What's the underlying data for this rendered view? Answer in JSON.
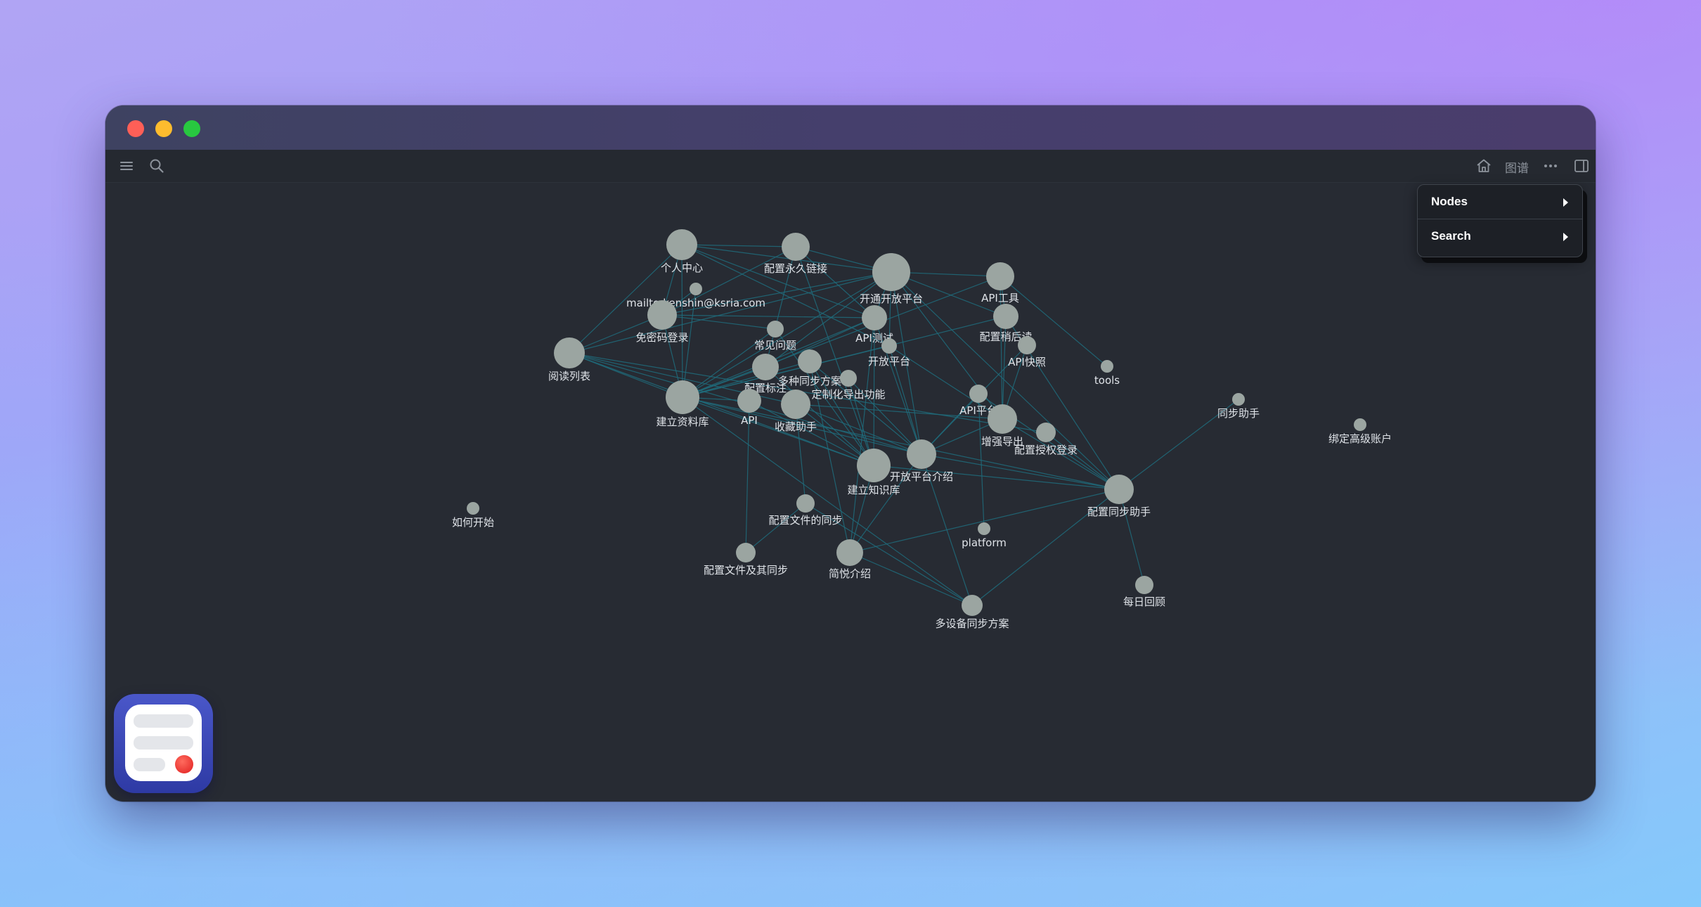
{
  "toolbar": {
    "menu_icon": "hamburger-menu-icon",
    "search_icon": "search-icon",
    "home_icon": "home-icon",
    "graph_label": "图谱",
    "more_icon": "ellipsis-icon",
    "sidebar_icon": "sidebar-toggle-icon"
  },
  "context_menu": {
    "items": [
      {
        "label": "Nodes"
      },
      {
        "label": "Search"
      }
    ]
  },
  "graph": {
    "nodes": [
      {
        "label": "个人中心"
      },
      {
        "label": "配置永久链接"
      },
      {
        "label": "开通开放平台"
      },
      {
        "label": "API工具"
      },
      {
        "label": "mailto:kenshin@ksria.com"
      },
      {
        "label": "免密码登录"
      },
      {
        "label": "API测试"
      },
      {
        "label": "配置稍后读"
      },
      {
        "label": "常见问题"
      },
      {
        "label": "开放平台"
      },
      {
        "label": "API快照"
      },
      {
        "label": "阅读列表"
      },
      {
        "label": "多种同步方案"
      },
      {
        "label": "配置标注"
      },
      {
        "label": "定制化导出功能"
      },
      {
        "label": "tools"
      },
      {
        "label": "建立资料库"
      },
      {
        "label": "API"
      },
      {
        "label": "收藏助手"
      },
      {
        "label": "API平台"
      },
      {
        "label": "同步助手"
      },
      {
        "label": "增强导出"
      },
      {
        "label": "配置授权登录"
      },
      {
        "label": "绑定高级账户"
      },
      {
        "label": "开放平台介绍"
      },
      {
        "label": "建立知识库"
      },
      {
        "label": "配置同步助手"
      },
      {
        "label": "如何开始"
      },
      {
        "label": "配置文件的同步"
      },
      {
        "label": "platform"
      },
      {
        "label": "配置文件及其同步"
      },
      {
        "label": "简悦介绍"
      },
      {
        "label": "每日回顾"
      },
      {
        "label": "多设备同步方案"
      }
    ]
  }
}
